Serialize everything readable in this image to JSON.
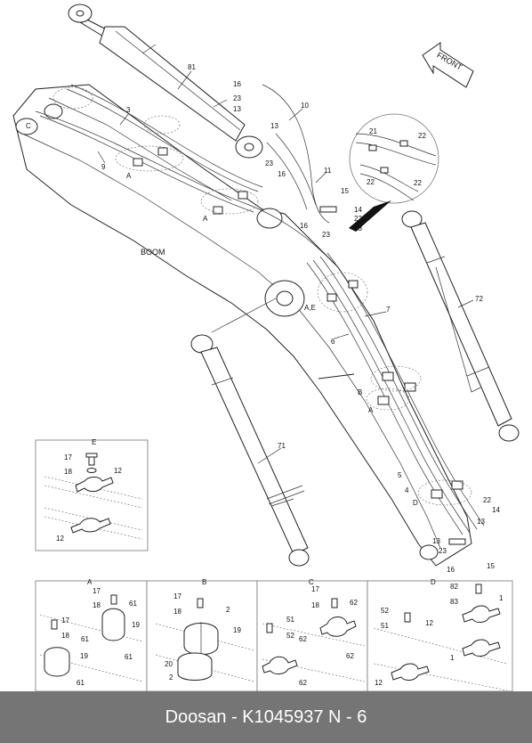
{
  "labels": {
    "boom": "BOOM",
    "front": "FRONT",
    "p81": "81",
    "p3": "3",
    "p9": "9",
    "p16": "16",
    "p23": "23",
    "p13": "13",
    "p10": "10",
    "p11": "11",
    "p15": "15",
    "p14": "14",
    "p22": "22",
    "p21": "21",
    "p7": "7",
    "p72": "72",
    "p6": "6",
    "p5": "5",
    "p4": "4",
    "p71": "71",
    "p12": "12",
    "p17": "17",
    "p18": "18",
    "p61": "61",
    "p19": "19",
    "p20": "20",
    "p2": "2",
    "p51": "51",
    "p52": "52",
    "p62": "62",
    "p82": "82",
    "p83": "83",
    "p1": "1",
    "refA": "A",
    "refB": "B",
    "refC": "C",
    "refD": "D",
    "refE": "E",
    "refAE": "A,E"
  },
  "footer": {
    "text": "Doosan - K1045937     N - 6"
  }
}
